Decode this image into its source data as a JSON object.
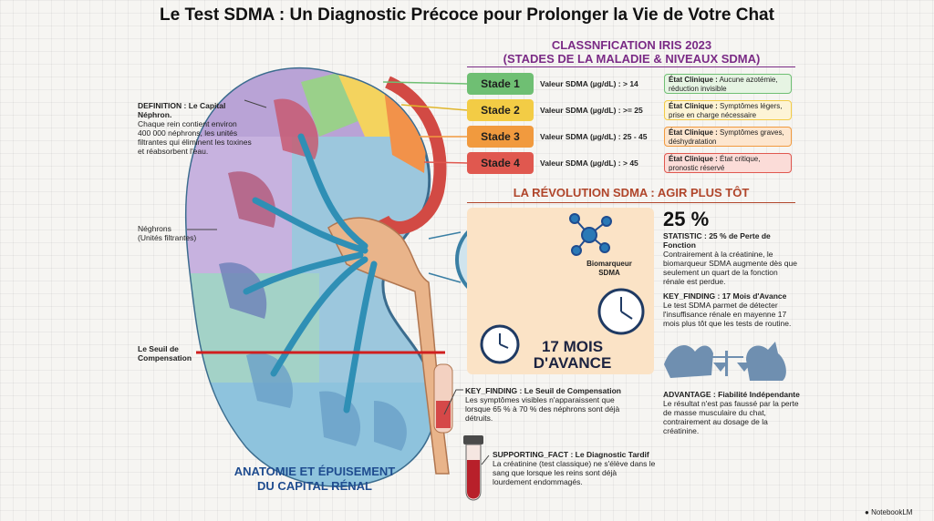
{
  "title": "Le Test SDMA : Un Diagnostic Précoce pour Prolonger la Vie de Votre Chat",
  "iris": {
    "title_line1": "CLASSNFICATION IRIS 2023",
    "title_line2": "(STADES DE LA MALADIE & NIVEAUX SDMA)",
    "stages": [
      {
        "stage": "Stade 1",
        "value": "Valeur SDMA (µg/dL) : > 14",
        "clinical_label": "État Clinique :",
        "clinical_text": "Aucune azotémie, réduction invisible",
        "color": "#6fbf73",
        "light": "#e6f4e3"
      },
      {
        "stage": "Stade 2",
        "value": "Valeur SDMA (µg/dL) : >= 25",
        "clinical_label": "État Clinique :",
        "clinical_text": "Symptômes légers, prise en charge nécessaire",
        "color": "#f3cc45",
        "light": "#fdf4d6"
      },
      {
        "stage": "Stade 3",
        "value": "Valeur SDMA (µg/dL) : 25 - 45",
        "clinical_label": "État Clinique :",
        "clinical_text": "Symptômes graves, déshydratation",
        "color": "#f19a3e",
        "light": "#fde6cf"
      },
      {
        "stage": "Stade 4",
        "value": "Valeur SDMA (µg/dL) : > 45",
        "clinical_label": "État Clinique :",
        "clinical_text": "État critique, pronostic réservé",
        "color": "#e0584f",
        "light": "#fbdcd8"
      }
    ]
  },
  "revolution": {
    "title": "LA RÉVOLUTION SDMA : AGIR PLUS TÔT",
    "biomarker_label": "Biomarqueur SDMA",
    "panel_text_line1": "17 MOIS",
    "panel_text_line2": "D'AVANCE"
  },
  "statistic": {
    "big": "25 %",
    "head": "STATISTIC : 25 % de Perte de Fonction",
    "text": "Contrairement à la créatinine, le biomarqueur SDMA augmente dès que seulement un quart de la fonction rénale est perdue."
  },
  "key_finding_17": {
    "head": "KEY_FINDING : 17 Mois d'Avance",
    "text": "Le test SDMA parmet de détecter l'insuffisance rénale en mayenne 17 mois plus tôt que les tests de routine."
  },
  "advantage": {
    "head": "ADVANTAGE : Fiabilité Indépendante",
    "text": "Le résultat n'est pas faussé par la perte de masse musculaire du chat, contrairement au dosage de la créatinine."
  },
  "key_finding_seuil": {
    "head": "KEY_FINDING : Le Seuil de Compensation",
    "text": "Les symptômes visibles n'apparaissent que lorsque 65 % à 70 % des néphrons sont déjà détruits."
  },
  "supporting_fact": {
    "head": "SUPPORTING_FACT : Le Diagnostic Tardif",
    "text": "La créatinine (test classique) ne s'élève dans le sang que lorsque les reins sont déjà lourdement endommagés."
  },
  "definition": {
    "head": "DEFINITION : Le Capital Néphron.",
    "text": "Chaque rein contient environ 400 000 néphrons, les unités filtrantes qui éliminent les toxines et réabsorbent l'eau."
  },
  "nephrons": {
    "line1": "Néghrons",
    "line2": "(Unités filtrantes)"
  },
  "seuil": {
    "line1": "Le Seuil de",
    "line2": "Compensation"
  },
  "anatomy": {
    "line1": "ANATOMIE ET ÉPUISEMENT",
    "line2": "DU CAPITAL RÉNAL"
  },
  "brand": "NotebookLM"
}
